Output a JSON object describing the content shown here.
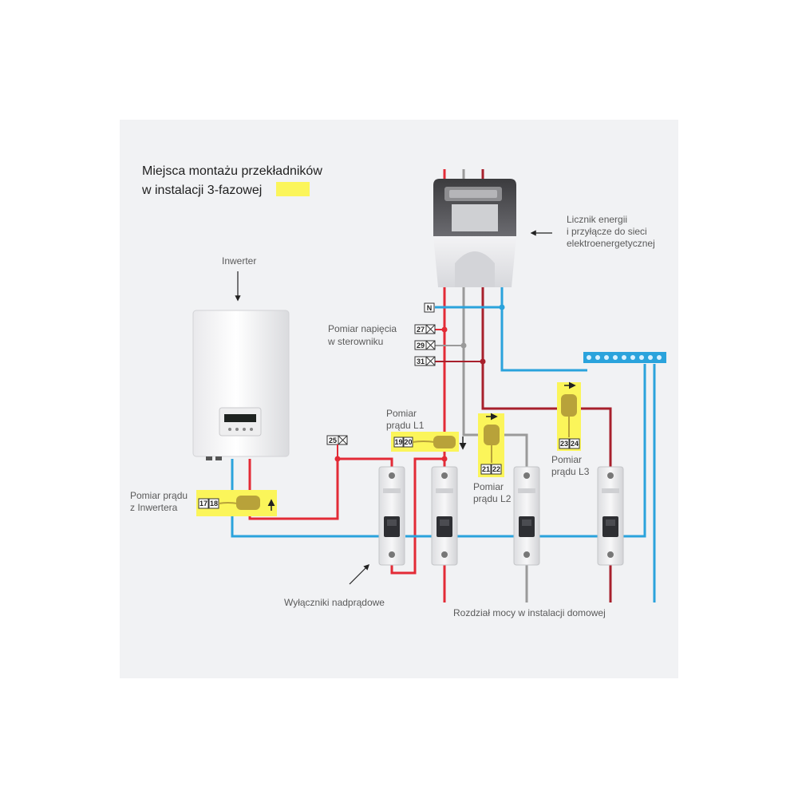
{
  "title": {
    "line1": "Miejsca montażu przekładników",
    "line2": "w instalacji 3-fazowej"
  },
  "labels": {
    "inverter": "Inwerter",
    "meter_line1": "Licznik energii",
    "meter_line2": "i przyłącze do sieci",
    "meter_line3": "elektroenergetycznej",
    "voltage_line1": "Pomiar napięcia",
    "voltage_line2": "w sterowniku",
    "ct_l1_line1": "Pomiar",
    "ct_l1_line2": "prądu L1",
    "ct_l2_line1": "Pomiar",
    "ct_l2_line2": "prądu L2",
    "ct_l3_line1": "Pomiar",
    "ct_l3_line2": "prądu L3",
    "ct_inv_line1": "Pomiar prądu",
    "ct_inv_line2": "z Inwertera",
    "breakers": "Wyłączniki nadprądowe",
    "distribution": "Rozdział mocy w instalacji domowej"
  },
  "terminals": {
    "n": "N",
    "t27": "27",
    "t29": "29",
    "t31": "31",
    "t25": "25",
    "t19": "19",
    "t20": "20",
    "t21": "21",
    "t22": "22",
    "t23": "23",
    "t24": "24",
    "t17": "17",
    "t18": "18"
  },
  "colors": {
    "background_panel": "#f1f2f4",
    "highlight": "#fbf55a",
    "phase_l1": "#e32b36",
    "phase_l2": "#9a9a9a",
    "phase_l3": "#a8202c",
    "neutral": "#2aa3dc",
    "ct_gold": "#b8a23a"
  },
  "icons": {
    "inverter": "inverter-box-icon",
    "meter": "energy-meter-icon",
    "breaker": "circuit-breaker-icon",
    "current_transformer": "current-transformer-icon",
    "neutral_bar": "neutral-busbar-icon"
  }
}
